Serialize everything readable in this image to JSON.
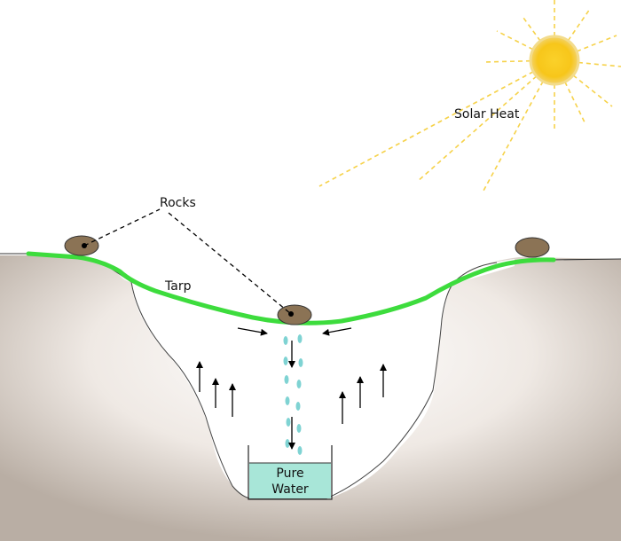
{
  "labels": {
    "solar_heat": "Solar Heat",
    "rocks": "Rocks",
    "tarp": "Tarp",
    "water_line1": "Pure",
    "water_line2": "Water"
  },
  "colors": {
    "tarp": "#3ddc3d",
    "sun_core": "#f7c61a",
    "sun_rays": "#f6d24a",
    "rock": "#8b7355",
    "water": "#a8e6d8",
    "droplets": "#7fd3d3",
    "ground_shadow": "#c9bfb6"
  },
  "icons": {
    "sun": "sun-icon",
    "rock": "rock-icon",
    "container": "water-container-icon"
  }
}
